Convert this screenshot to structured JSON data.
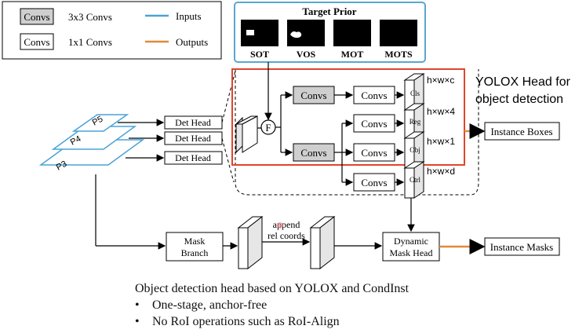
{
  "legend": {
    "conv3": {
      "box": "Convs",
      "text": "3x3 Convs"
    },
    "conv1": {
      "box": "Convs",
      "text": "1x1 Convs"
    },
    "inputs": {
      "text": "Inputs",
      "color": "#4aa3d6"
    },
    "outputs": {
      "text": "Outputs",
      "color": "#e08a3c"
    }
  },
  "target_prior": {
    "title": "Target Prior",
    "tasks": [
      "SOT",
      "VOS",
      "MOT",
      "MOTS"
    ],
    "border_color": "#5aa6d0"
  },
  "pyramid": [
    "P5",
    "P4",
    "P3"
  ],
  "det_heads": [
    "Det Head",
    "Det Head",
    "Det Head"
  ],
  "fuse_symbol": "F",
  "head": {
    "conv_top": "Convs",
    "conv_bottom": "Convs",
    "branch_convs": [
      "Convs",
      "Convs",
      "Convs",
      "Convs"
    ],
    "outputs": [
      "Cls",
      "Reg",
      "Obj",
      "Ctrl"
    ],
    "shapes": [
      "h×w×c",
      "h×w×4",
      "h×w×1",
      "h×w×d"
    ],
    "title_line1": "YOLOX Head for",
    "title_line2": "object detection",
    "box_color": "#e0452b"
  },
  "instance_boxes": "Instance Boxes",
  "mask_branch": [
    "Mask",
    "Branch"
  ],
  "append_label": [
    "append",
    "rel coords"
  ],
  "dynamic_mask_head": [
    "Dynamic",
    "Mask Head"
  ],
  "instance_masks": "Instance Masks",
  "caption": {
    "title": "Object detection head based on YOLOX and CondInst",
    "bullets": [
      "One-stage, anchor-free",
      "No RoI operations such as RoI-Align"
    ]
  }
}
